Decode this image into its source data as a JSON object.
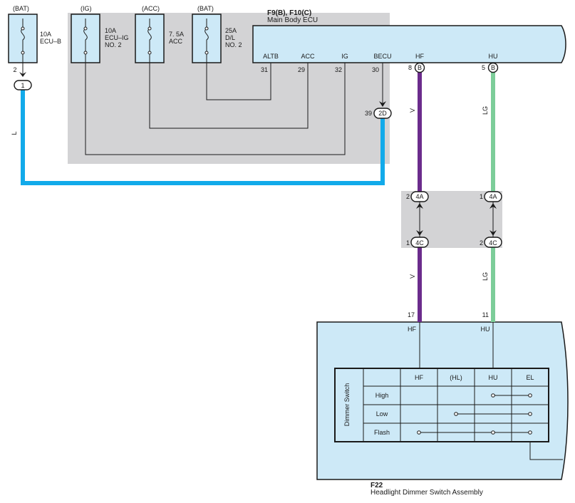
{
  "colors": {
    "ecu_fill": "#cde9f7",
    "gray_area": "#d3d3d5",
    "wire_blue": "#12aaea",
    "wire_violet": "#6b2c8c",
    "wire_lightgreen": "#7ccd99",
    "outline": "#1a1a1a"
  },
  "fuses": {
    "ecu_b": {
      "source": "(BAT)",
      "rating": "10A",
      "name": "ECU–B",
      "name2": ""
    },
    "ecu_ig": {
      "source": "(IG)",
      "rating": "10A",
      "name": "ECU–IG",
      "name2": "NO. 2"
    },
    "acc": {
      "source": "(ACC)",
      "rating": "7. 5A",
      "name": "ACC",
      "name2": ""
    },
    "dl": {
      "source": "(BAT)",
      "rating": "25A",
      "name": "D/L",
      "name2": "NO. 2"
    }
  },
  "ecu": {
    "code": "F9(B), F10(C)",
    "name": "Main Body ECU",
    "terminals": {
      "altb": {
        "label": "ALTB",
        "pin": "31"
      },
      "acc": {
        "label": "ACC",
        "pin": "29"
      },
      "ig": {
        "label": "IG",
        "pin": "32"
      },
      "becu": {
        "label": "BECU",
        "pin": "30"
      },
      "hf": {
        "label": "HF",
        "pin": "8",
        "connector": "B"
      },
      "hu": {
        "label": "HU",
        "pin": "5",
        "connector": "B"
      }
    }
  },
  "connectors": {
    "c1": {
      "pin": "2",
      "id": "1"
    },
    "c2d": {
      "pin": "39",
      "id": "2D"
    },
    "c4a_left": {
      "pin": "2",
      "id": "4A"
    },
    "c4a_right": {
      "pin": "1",
      "id": "4A"
    },
    "c4c_left": {
      "pin": "1",
      "id": "4C"
    },
    "c4c_right": {
      "pin": "2",
      "id": "4C"
    }
  },
  "wires": {
    "becu_color": "L",
    "hf_color_upper": "V",
    "hu_color_upper": "LG",
    "hf_color_lower": "V",
    "hu_color_lower": "LG"
  },
  "switch_assembly": {
    "code": "F22",
    "name": "Headlight Dimmer Switch Assembly",
    "hf_pin": "17",
    "hu_pin": "11",
    "hf_label": "HF",
    "hu_label": "HU",
    "table_title": "Dimmer Switch",
    "columns": [
      "HF",
      "(HL)",
      "HU",
      "EL"
    ],
    "rows": [
      "High",
      "Low",
      "Flash"
    ]
  }
}
